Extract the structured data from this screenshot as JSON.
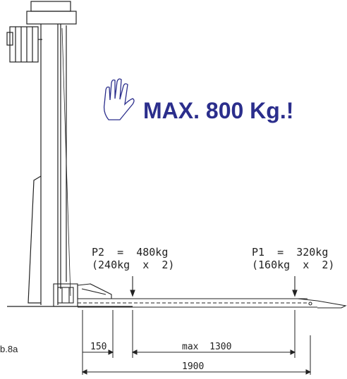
{
  "warning": {
    "icon": "raised-hand-icon",
    "text": "MAX. 800 Kg.!",
    "color": "#2b2e8c"
  },
  "loads": {
    "p2": {
      "label": "P2  =  480kg",
      "detail": "(240kg  x  2)"
    },
    "p1": {
      "label": "P1  =  320kg",
      "detail": "(160kg  x  2)"
    }
  },
  "dimensions": {
    "offset": "150",
    "span": "max  1300",
    "total": "1900"
  },
  "figure_label": "b.8a"
}
